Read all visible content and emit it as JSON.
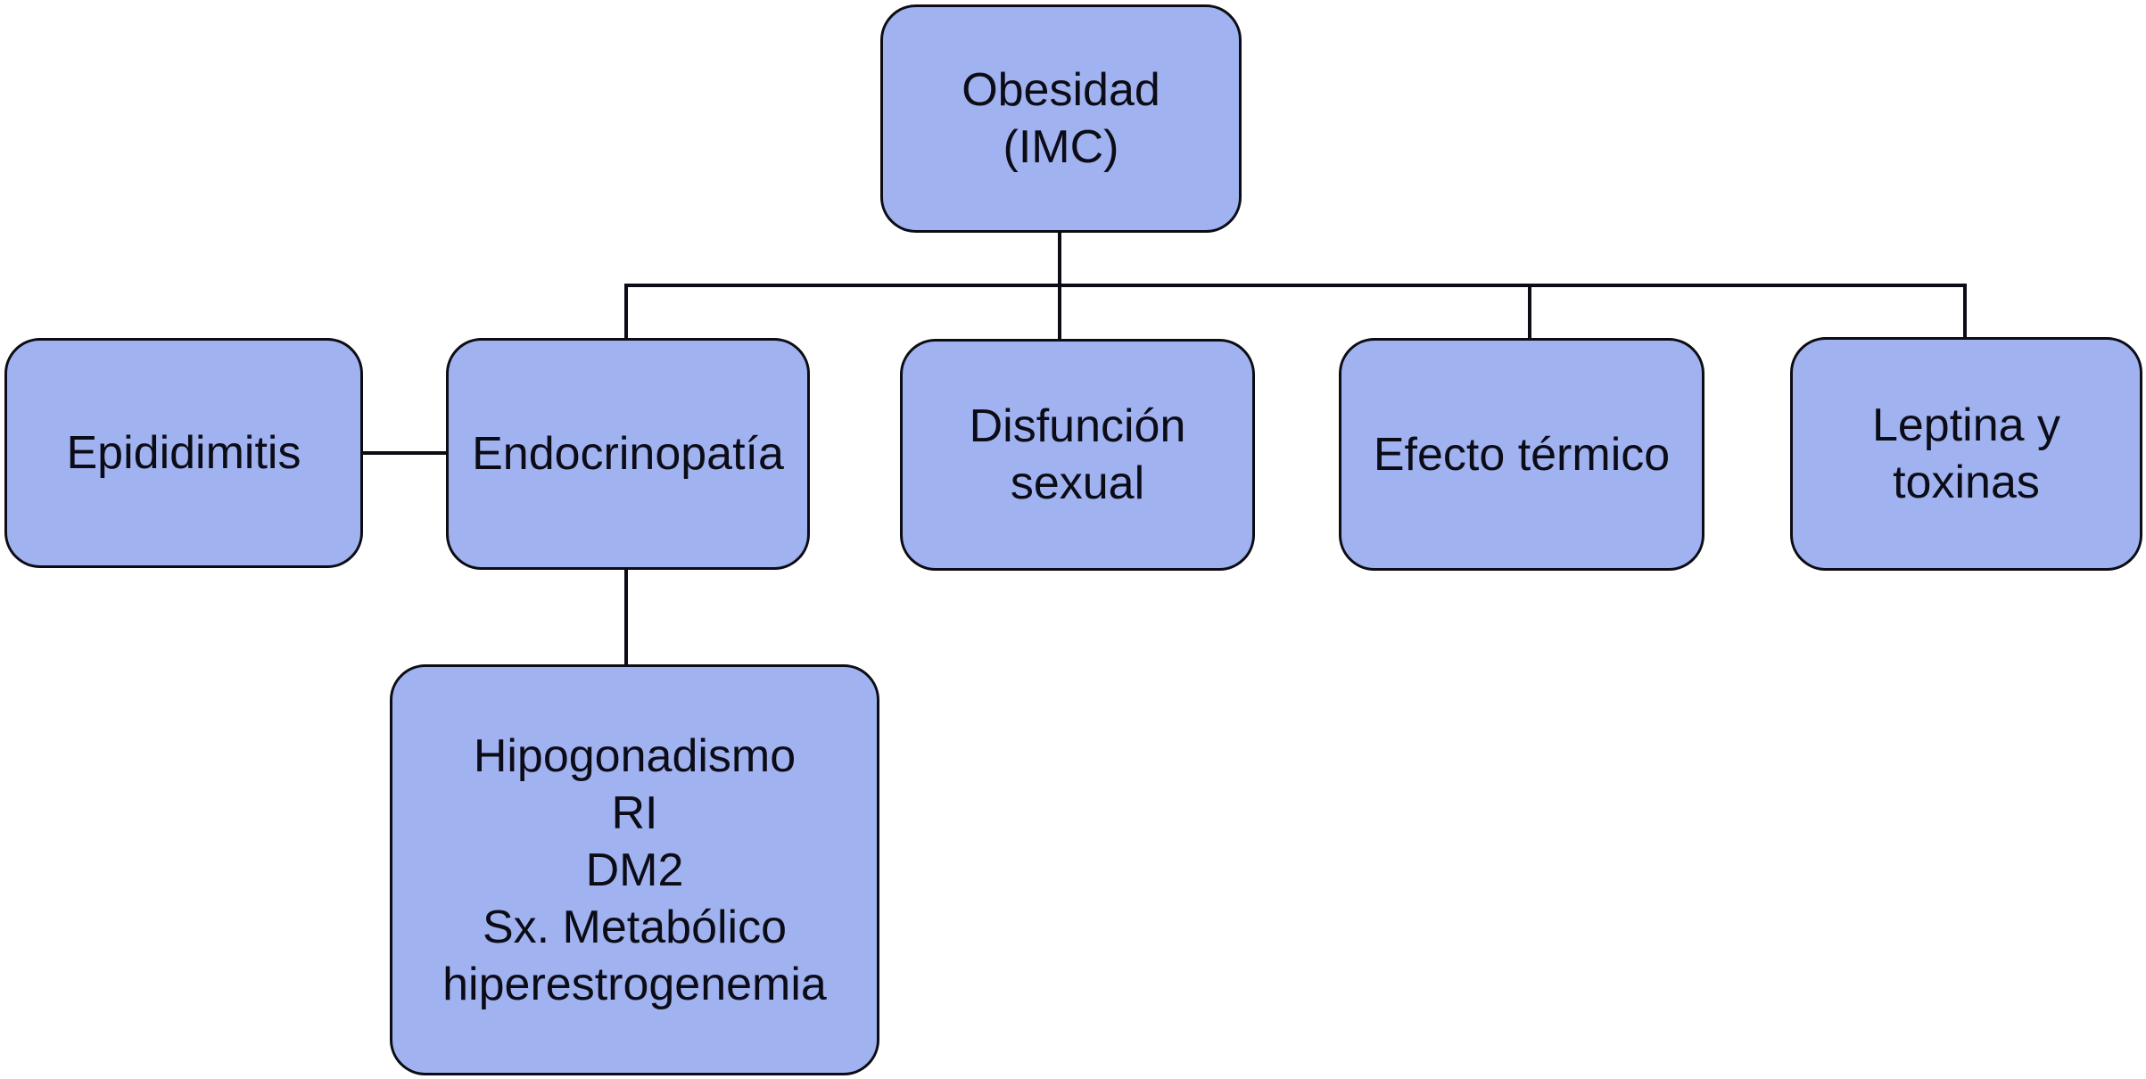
{
  "colors": {
    "node_fill": "#a1b2f0",
    "node_border": "#0c0c14",
    "connector": "#0c0c14",
    "text": "#0c0c16",
    "background": "#ffffff"
  },
  "diagram": {
    "type": "flowchart",
    "root": "Obesidad (IMC)",
    "nodes": [
      {
        "id": "obesidad",
        "lines": [
          "Obesidad",
          "(IMC)"
        ]
      },
      {
        "id": "epididimitis",
        "lines": [
          "Epididimitis"
        ]
      },
      {
        "id": "endocrinopatia",
        "lines": [
          "Endocrinopatía"
        ]
      },
      {
        "id": "disfuncion-sexual",
        "lines": [
          "Disfunción",
          "sexual"
        ]
      },
      {
        "id": "efecto-termico",
        "lines": [
          "Efecto térmico"
        ]
      },
      {
        "id": "leptina-y-toxinas",
        "lines": [
          "Leptina y",
          "toxinas"
        ]
      },
      {
        "id": "endocrinopatia-detalle",
        "lines": [
          "Hipogonadismo",
          "RI",
          "DM2",
          "Sx. Metabólico",
          "hiperestrogenemia"
        ]
      }
    ],
    "edges": [
      {
        "from": "obesidad",
        "to": "endocrinopatia"
      },
      {
        "from": "obesidad",
        "to": "disfuncion-sexual"
      },
      {
        "from": "obesidad",
        "to": "efecto-termico"
      },
      {
        "from": "obesidad",
        "to": "leptina-y-toxinas"
      },
      {
        "from": "epididimitis",
        "to": "endocrinopatia"
      },
      {
        "from": "endocrinopatia",
        "to": "endocrinopatia-detalle"
      }
    ]
  }
}
